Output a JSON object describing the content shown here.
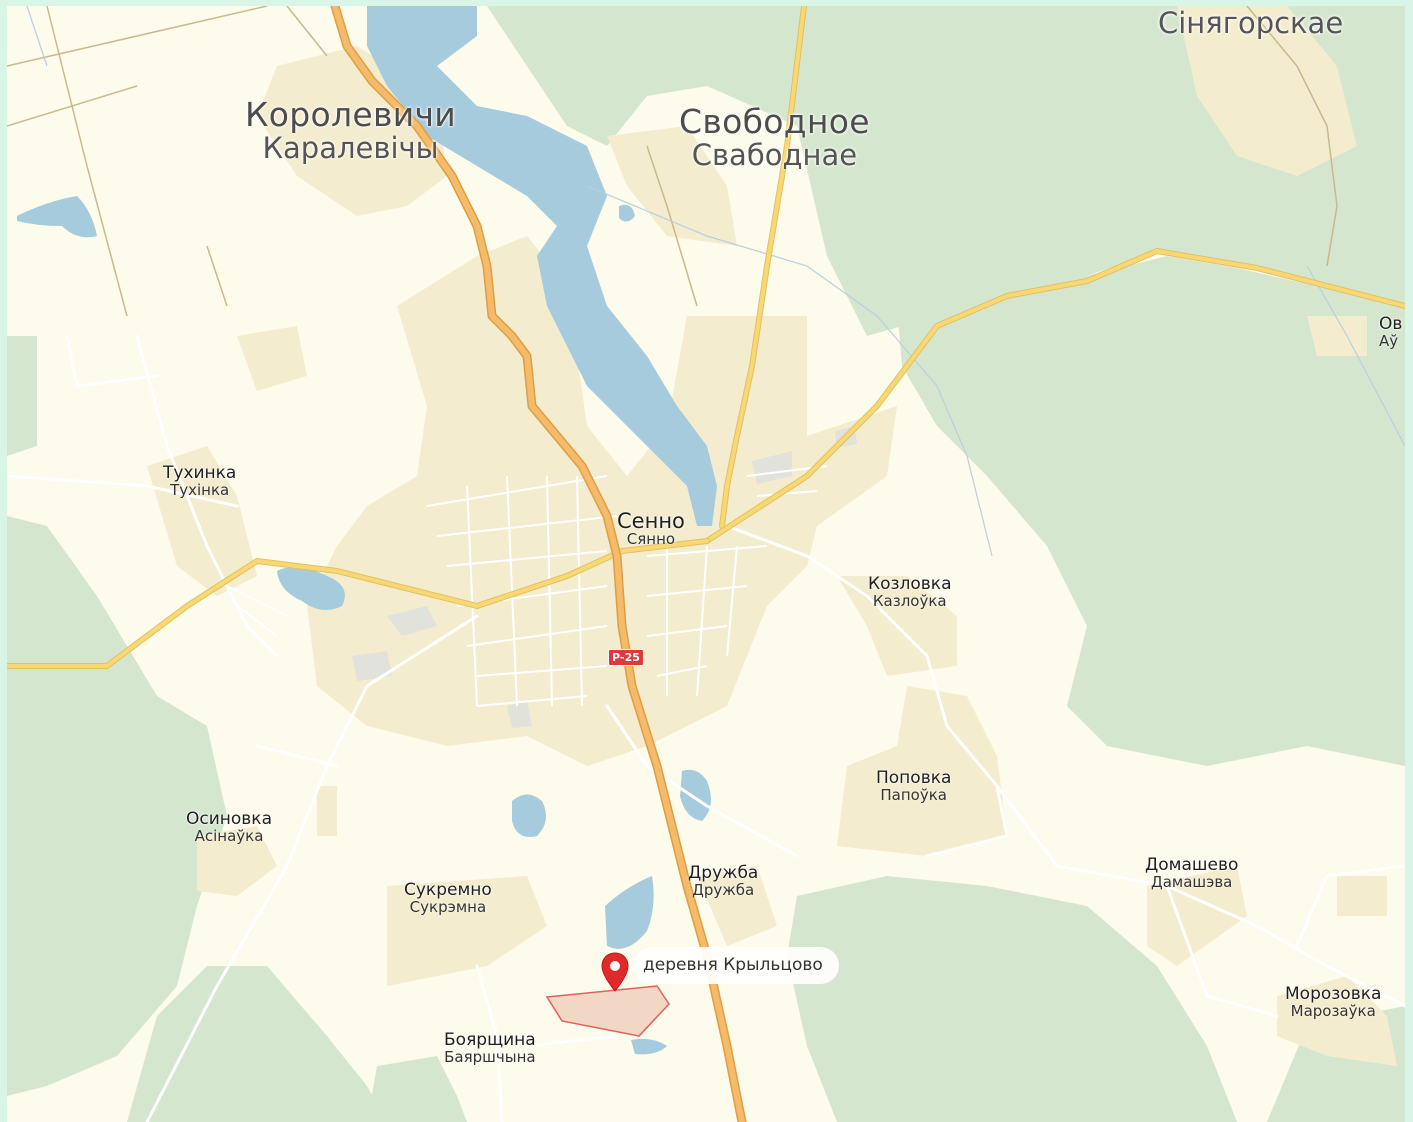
{
  "colors": {
    "background": "#fdfbeb",
    "forest": "#d5e6cf",
    "settlement": "#f3ecce",
    "water": "#a6cbdc",
    "federal_road": "#f5bb6a",
    "regional_road": "#f7d874",
    "minor_road": "#ffffff",
    "marker": "#e02a2a",
    "highlight_area": "#f2d7c4",
    "highlight_border": "#e06060"
  },
  "labels": {
    "korolevichi": {
      "ru": "Королевичи",
      "be": "Каралевічы"
    },
    "svobodnoe": {
      "ru": "Свободное",
      "be": "Свабоднае"
    },
    "sinyagorskae": {
      "be": "Сінягорскае"
    },
    "ov": {
      "ru": "Ов",
      "be": "Аў"
    },
    "tukhinka": {
      "ru": "Тухинка",
      "be": "Тухінка"
    },
    "senno": {
      "ru": "Сенно",
      "be": "Сянно"
    },
    "kozlovka": {
      "ru": "Козловка",
      "be": "Казлоўка"
    },
    "popovka": {
      "ru": "Поповка",
      "be": "Папоўка"
    },
    "osinovka": {
      "ru": "Осиновка",
      "be": "Асінаўка"
    },
    "sukremno": {
      "ru": "Сукремно",
      "be": "Сукрэмна"
    },
    "druzhba": {
      "ru": "Дружба",
      "be": "Дружба"
    },
    "domashevo": {
      "ru": "Домашево",
      "be": "Дамашэва"
    },
    "morozovka": {
      "ru": "Морозовка",
      "be": "Марозаўка"
    },
    "boyarshchina": {
      "ru": "Боярщина",
      "be": "Баяршчына"
    }
  },
  "road_shield": "Р-25",
  "marker": {
    "label": "деревня Крыльцово",
    "icon": "map-pin-icon"
  }
}
